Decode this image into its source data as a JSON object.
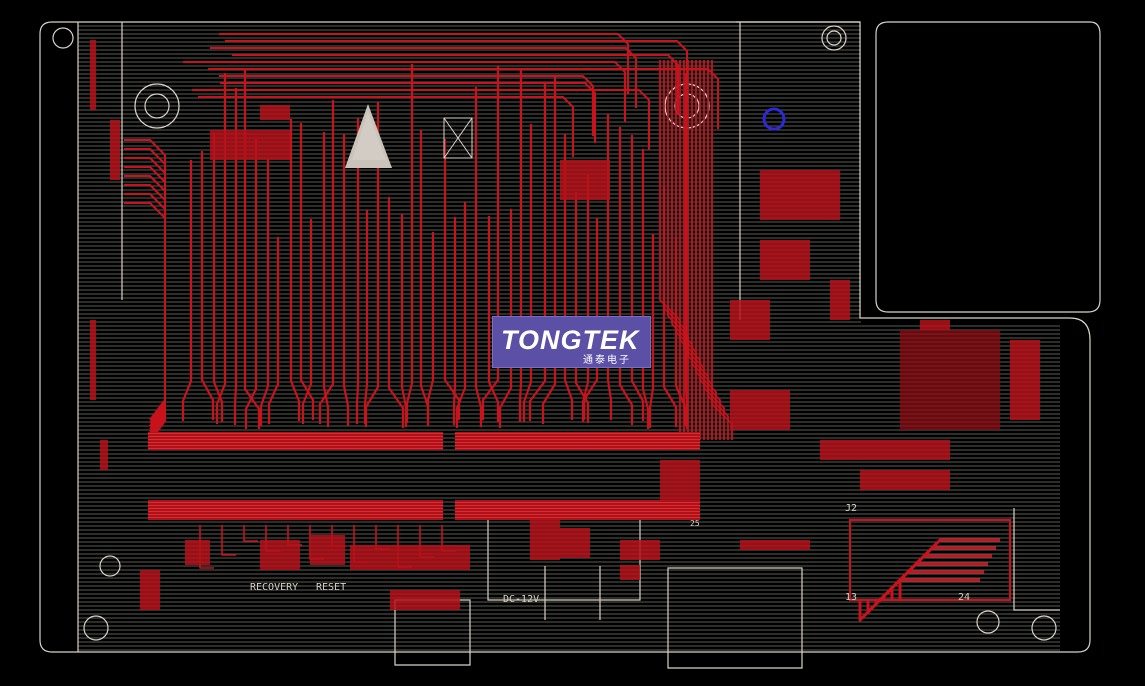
{
  "logo": {
    "brand": "TONGTEK",
    "subtitle": "通泰电子"
  },
  "silkscreen": {
    "recovery": "RECOVERY",
    "reset": "RESET",
    "dc_input": "DC-12V",
    "connector": "J2",
    "pin_start": "13",
    "pin_end": "24",
    "pin_25": "25"
  },
  "colors": {
    "background": "#000000",
    "trace": "#c8121c",
    "outline": "#d9d2c6",
    "logo_bg": "#5b4fa6",
    "via_blue": "#2a2ad8"
  }
}
